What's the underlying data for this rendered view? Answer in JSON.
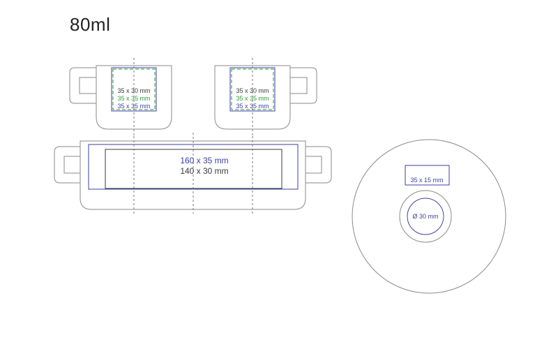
{
  "title": "80ml",
  "left_mug": {
    "labels": [
      "35 x 30 mm",
      "35 x 35 mm",
      "35 x 35 mm"
    ]
  },
  "right_mug": {
    "labels": [
      "35 x 30 mm",
      "35 x 35 mm",
      "35 x 35 mm"
    ]
  },
  "wrap": {
    "labels": [
      "160 x 35 mm",
      "140 x 30 mm"
    ]
  },
  "bottom": {
    "rect_label": "35 x 15 mm",
    "circle_label": "Ø 30 mm"
  },
  "colors": {
    "outline": "#8a8a8a",
    "guide": "#777777",
    "print_area_blue": "#3b3fa0",
    "print_area_green": "#2e9a3e",
    "text_dark": "#3a3a3a",
    "text_green": "#2e9a3e",
    "text_blue": "#3b3fa0"
  }
}
